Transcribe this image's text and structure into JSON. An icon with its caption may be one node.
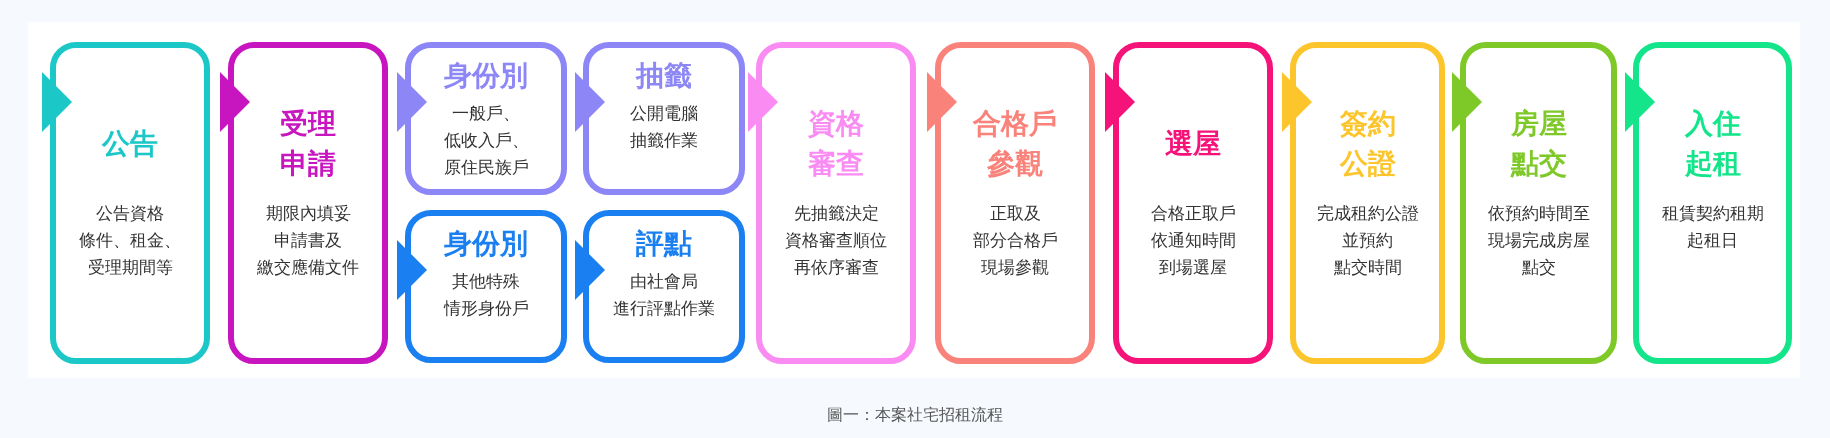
{
  "diagram": {
    "caption": "圖一：本案社宅招租流程",
    "nodes": [
      {
        "text": [
          "公告",
          "公告資格條件、租金、受理期間等"
        ]
      },
      {
        "text": [
          "受理申請",
          "期限內填妥申請書及繳交應備文件"
        ]
      },
      {
        "text": [
          "身份別",
          "一般戶、低收入戶、原住民族戶"
        ]
      },
      {
        "text": [
          "抽籤",
          "公開電腦抽籤作業"
        ]
      },
      {
        "text": [
          "身份別",
          "其他特殊情形身份戶"
        ]
      },
      {
        "text": [
          "評點",
          "由社會局進行評點作業"
        ]
      },
      {
        "text": [
          "資格審查",
          "先抽籤決定資格審查順位再依序審查"
        ]
      },
      {
        "text": [
          "合格戶參觀",
          "正取及部分合格戶現場參觀"
        ]
      },
      {
        "text": [
          "選屋",
          "合格正取戶依通知時間到場選屋"
        ]
      },
      {
        "text": [
          "簽約公證",
          "完成租約公證並預約點交時間"
        ]
      },
      {
        "text": [
          "房屋點交",
          "依預約時間至現場完成房屋點交"
        ]
      },
      {
        "text": [
          "入住起租",
          "租賃契約租期起租日"
        ]
      }
    ]
  }
}
